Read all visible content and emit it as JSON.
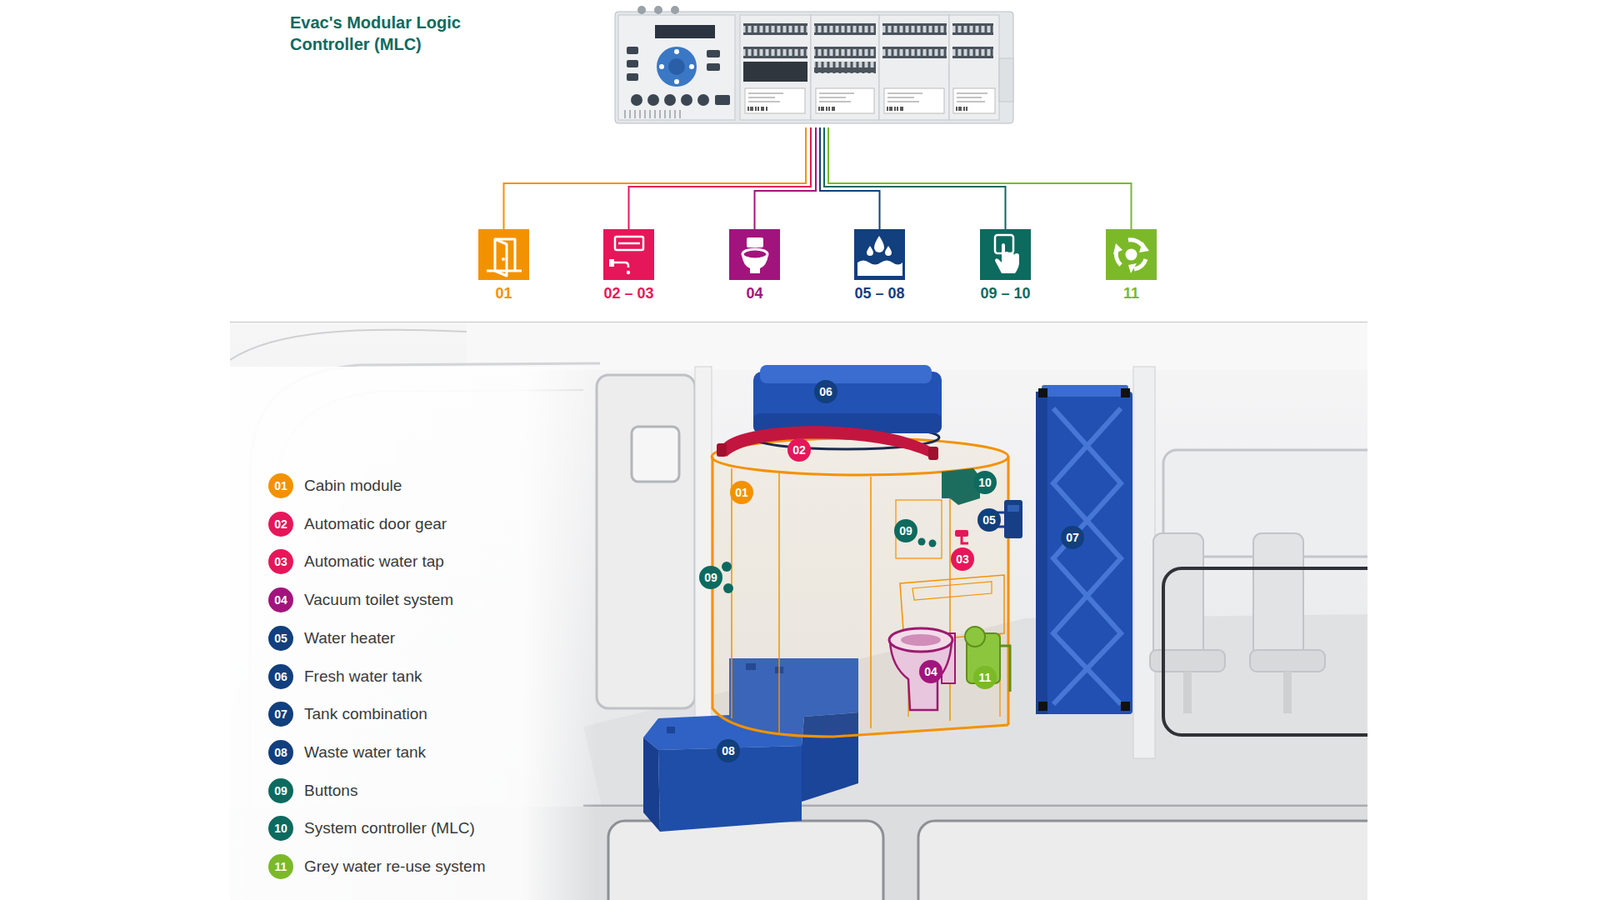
{
  "diagram": {
    "nodes": [
      {
        "text": [
          "Evac's Modular Logic Controller (MLC)"
        ]
      },
      {
        "text": [
          "01"
        ]
      },
      {
        "text": [
          "02 – 03"
        ]
      },
      {
        "text": [
          "04"
        ]
      },
      {
        "text": [
          "05 – 08"
        ]
      },
      {
        "text": [
          "09 – 10"
        ]
      },
      {
        "text": [
          "11"
        ]
      }
    ],
    "edges": [
      {
        "from": 0,
        "to": 1,
        "arrow": "none"
      },
      {
        "from": 0,
        "to": 2,
        "arrow": "none"
      },
      {
        "from": 0,
        "to": 3,
        "arrow": "none"
      },
      {
        "from": 0,
        "to": 4,
        "arrow": "none"
      },
      {
        "from": 0,
        "to": 5,
        "arrow": "none"
      },
      {
        "from": 0,
        "to": 6,
        "arrow": "none"
      }
    ],
    "labels": [
      "01",
      "02",
      "03",
      "04",
      "05",
      "06",
      "07",
      "08",
      "09",
      "10",
      "11",
      "06",
      "02",
      "10",
      "01",
      "09",
      "05",
      "03",
      "07",
      "09",
      "04",
      "11",
      "08"
    ],
    "legend": [
      {
        "text": "Cabin module",
        "color": "#f39200"
      },
      {
        "text": "Automatic door gear",
        "color": "#e5175a"
      },
      {
        "text": "Automatic water tap",
        "color": "#e5175a"
      },
      {
        "text": "Vacuum toilet system",
        "color": "#a2147d"
      },
      {
        "text": "Water heater",
        "color": "#123f7d"
      },
      {
        "text": "Fresh water tank",
        "color": "#123f7d"
      },
      {
        "text": "Tank combination",
        "color": "#123f7d"
      },
      {
        "text": "Waste water tank",
        "color": "#123f7d"
      },
      {
        "text": "Buttons",
        "color": "#0d6a5f"
      },
      {
        "text": "System controller (MLC)",
        "color": "#0d6a5f"
      },
      {
        "text": "Grey water re-use system",
        "color": "#7cb928"
      }
    ]
  }
}
